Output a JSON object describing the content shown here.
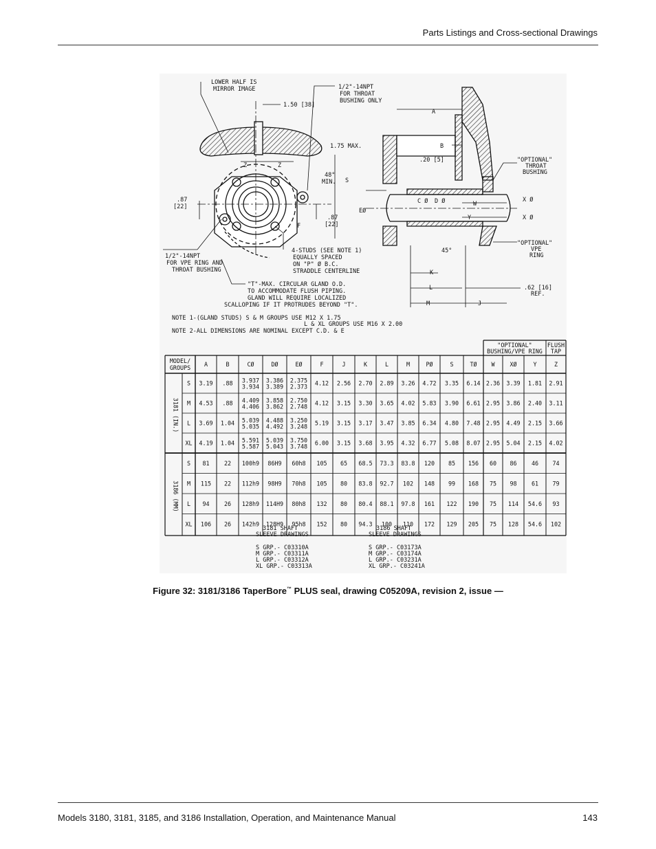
{
  "header": {
    "title": "Parts Listings and Cross-sectional Drawings"
  },
  "footer": {
    "manual": "Models 3180, 3181, 3185, and 3186 Installation, Operation, and Maintenance Manual",
    "page": "143"
  },
  "caption": {
    "prefix": "Figure 32: 3181/3186 TaperBore",
    "tm": "™",
    "suffix": " PLUS seal, drawing C05209A, revision 2, issue —"
  },
  "drawing": {
    "labels": {
      "lower_half_1": "LOWER HALF IS",
      "lower_half_2": "MIRROR IMAGE",
      "dim_150": "1.50 [38]",
      "npt_top_1": "1/2\"-14NPT",
      "npt_top_2": "FOR THROAT",
      "npt_top_3": "BUSHING ONLY",
      "max_175": "1.75 MAX.",
      "deg48_1": "48°",
      "deg48_2": "MIN.",
      "s": "S",
      "z1": "Z",
      "z2": "Z",
      "f": "F",
      "dim87a_1": ".87",
      "dim87a_2": "[22]",
      "dim87b_1": ".87",
      "dim87b_2": "[22]",
      "npt_vpe_1": "1/2\"-14NPT",
      "npt_vpe_2": "FOR VPE RING AND",
      "npt_vpe_3": "THROAT BUSHING",
      "studs_1": "4-STUDS (SEE NOTE 1)",
      "studs_2": "EQUALLY SPACED",
      "studs_3": "ON \"P\" Ø B.C.",
      "studs_4": "STRADDLE CENTERLINE",
      "t_max_1": "\"T\"-MAX. CIRCULAR GLAND O.D.",
      "t_max_2": "TO ACCOMMODATE FLUSH PIPING.",
      "t_max_3": "GLAND WILL REQUIRE LOCALIZED",
      "t_max_4": "SCALLOPING IF IT PROTRUDES BEYOND \"T\".",
      "a": "A",
      "b": "B",
      "dim20": ".20 [5]",
      "opt_throat_1": "\"OPTIONAL\"",
      "opt_throat_2": "THROAT",
      "opt_throat_3": "BUSHING",
      "c_dia": "C Ø",
      "d_dia": "D Ø",
      "w": "W",
      "e_dia": "EØ",
      "x_dia_1": "X Ø",
      "x_dia_2": "X Ø",
      "y": "Y",
      "opt_vpe_1": "\"OPTIONAL\"",
      "opt_vpe_2": "VPE",
      "opt_vpe_3": "RING",
      "deg45": "45°",
      "k": "K",
      "l": "L",
      "m": "M",
      "j": "J",
      "dim62_1": ".62 [16]",
      "dim62_2": "REF.",
      "note1_a": "NOTE 1-(GLAND STUDS) S & M  GROUPS USE M12 X 1.75",
      "note1_b": "L & XL GROUPS USE M16 X 2.00",
      "note2": "NOTE 2-ALL DIMENSIONS ARE NOMINAL EXCEPT C.D. & E"
    }
  },
  "table": {
    "group_optional_1": "\"OPTIONAL\"",
    "group_optional_2": "BUSHING/VPE RING",
    "group_flush_1": "FLUSH",
    "group_flush_2": "TAP",
    "model_head_1": "MODEL/",
    "model_head_2": "GROUPS",
    "columns": [
      "A",
      "B",
      "CØ",
      "DØ",
      "EØ",
      "F",
      "J",
      "K",
      "L",
      "M",
      "PØ",
      "S",
      "TØ",
      "W",
      "XØ",
      "Y",
      "Z"
    ],
    "block_3181": "3181 (IN.)",
    "block_3186": "3186 (MM)",
    "rows_3181": [
      {
        "group": "S",
        "cells": [
          "3.19",
          ".88",
          "3.937|3.934",
          "3.386|3.389",
          "2.375|2.373",
          "4.12",
          "2.56",
          "2.70",
          "2.89",
          "3.26",
          "4.72",
          "3.35",
          "6.14",
          "2.36",
          "3.39",
          "1.81",
          "2.91"
        ]
      },
      {
        "group": "M",
        "cells": [
          "4.53",
          ".88",
          "4.409|4.406",
          "3.858|3.862",
          "2.750|2.748",
          "4.12",
          "3.15",
          "3.30",
          "3.65",
          "4.02",
          "5.83",
          "3.90",
          "6.61",
          "2.95",
          "3.86",
          "2.40",
          "3.11"
        ]
      },
      {
        "group": "L",
        "cells": [
          "3.69",
          "1.04",
          "5.039|5.035",
          "4.488|4.492",
          "3.250|3.248",
          "5.19",
          "3.15",
          "3.17",
          "3.47",
          "3.85",
          "6.34",
          "4.80",
          "7.48",
          "2.95",
          "4.49",
          "2.15",
          "3.66"
        ]
      },
      {
        "group": "XL",
        "cells": [
          "4.19",
          "1.04",
          "5.591|5.587",
          "5.039|5.043",
          "3.750|3.748",
          "6.00",
          "3.15",
          "3.68",
          "3.95",
          "4.32",
          "6.77",
          "5.08",
          "8.07",
          "2.95",
          "5.04",
          "2.15",
          "4.02"
        ]
      }
    ],
    "rows_3186": [
      {
        "group": "S",
        "cells": [
          "81",
          "22",
          "100h9",
          "86H9",
          "60h8",
          "105",
          "65",
          "68.5",
          "73.3",
          "83.8",
          "120",
          "85",
          "156",
          "60",
          "86",
          "46",
          "74"
        ]
      },
      {
        "group": "M",
        "cells": [
          "115",
          "22",
          "112h9",
          "98H9",
          "70h8",
          "105",
          "80",
          "83.8",
          "92.7",
          "102",
          "148",
          "99",
          "168",
          "75",
          "98",
          "61",
          "79"
        ]
      },
      {
        "group": "L",
        "cells": [
          "94",
          "26",
          "128h9",
          "114H9",
          "80h8",
          "132",
          "80",
          "80.4",
          "88.1",
          "97.8",
          "161",
          "122",
          "190",
          "75",
          "114",
          "54.6",
          "93"
        ]
      },
      {
        "group": "XL",
        "cells": [
          "106",
          "26",
          "142h9",
          "128H9",
          "95h8",
          "152",
          "80",
          "94.3",
          "100",
          "110",
          "172",
          "129",
          "205",
          "75",
          "128",
          "54.6",
          "102"
        ]
      }
    ]
  },
  "shaft_sleeve": {
    "left_title_1": "3181 SHAFT",
    "left_title_2": "SLEEVE DRAWINGS",
    "left_items": [
      "S   GRP.- C03310A",
      "M   GRP.- C03311A",
      "L   GRP.- C03312A",
      "XL  GRP.- C03313A"
    ],
    "right_title_1": "3186 SHAFT",
    "right_title_2": "SLEEVE DRAWINGS",
    "right_items": [
      "S   GRP.- C03173A",
      "M   GRP.- C03174A",
      "L   GRP.- C03231A",
      "XL  GRP.- C03241A"
    ]
  }
}
